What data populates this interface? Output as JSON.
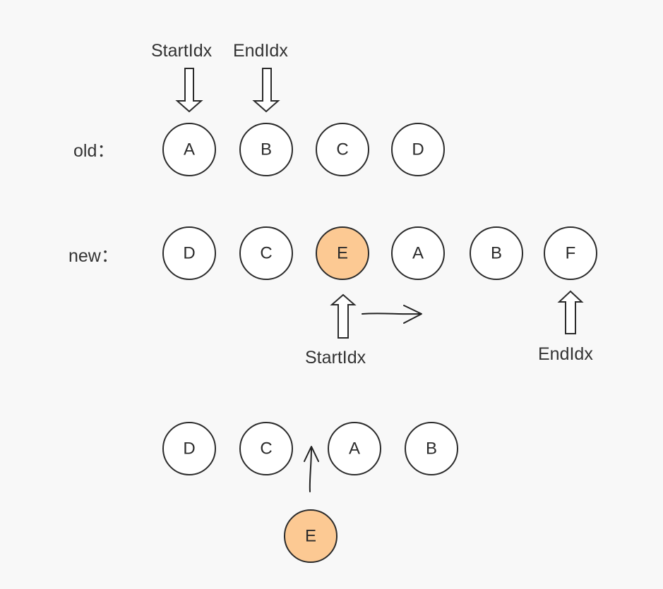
{
  "colors": {
    "background": "#f8f8f8",
    "node_fill": "#ffffff",
    "highlight_fill": "#fcc993",
    "stroke": "#2b2b2b"
  },
  "rows": {
    "old": {
      "label": "old：",
      "nodes": [
        {
          "text": "A",
          "highlight": false
        },
        {
          "text": "B",
          "highlight": false
        },
        {
          "text": "C",
          "highlight": false
        },
        {
          "text": "D",
          "highlight": false
        }
      ]
    },
    "new": {
      "label": "new：",
      "nodes": [
        {
          "text": "D",
          "highlight": false
        },
        {
          "text": "C",
          "highlight": false
        },
        {
          "text": "E",
          "highlight": true
        },
        {
          "text": "A",
          "highlight": false
        },
        {
          "text": "B",
          "highlight": false
        },
        {
          "text": "F",
          "highlight": false
        }
      ]
    },
    "result": {
      "nodes": [
        {
          "text": "D",
          "highlight": false
        },
        {
          "text": "C",
          "highlight": false
        },
        {
          "text": "A",
          "highlight": false
        },
        {
          "text": "B",
          "highlight": false
        }
      ]
    },
    "insert": {
      "nodes": [
        {
          "text": "E",
          "highlight": true
        }
      ]
    }
  },
  "pointers": {
    "old_start": "StartIdx",
    "old_end": "EndIdx",
    "new_start": "StartIdx",
    "new_end": "EndIdx"
  }
}
